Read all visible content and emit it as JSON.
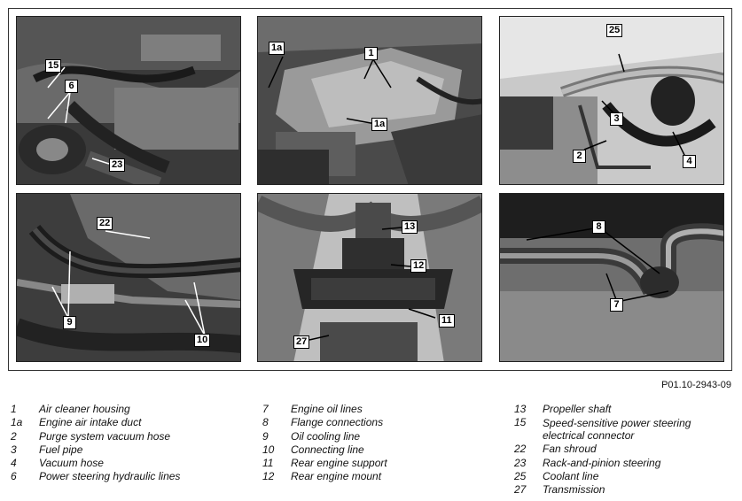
{
  "figure_ref": "P01.10-2943-09",
  "photos": [
    {
      "callouts": [
        "15",
        "6",
        "23"
      ]
    },
    {
      "callouts": [
        "1a",
        "1",
        "1a"
      ]
    },
    {
      "callouts": [
        "25",
        "3",
        "2",
        "4"
      ]
    },
    {
      "callouts": [
        "22",
        "9",
        "10"
      ]
    },
    {
      "callouts": [
        "13",
        "12",
        "11",
        "27"
      ]
    },
    {
      "callouts": [
        "8",
        "7"
      ]
    }
  ],
  "legend": {
    "col1": [
      {
        "num": "1",
        "text": "Air cleaner housing"
      },
      {
        "num": "1a",
        "text": "Engine air intake duct"
      },
      {
        "num": "2",
        "text": "Purge system vacuum hose"
      },
      {
        "num": "3",
        "text": "Fuel pipe"
      },
      {
        "num": "4",
        "text": "Vacuum hose"
      },
      {
        "num": "6",
        "text": "Power steering hydraulic lines"
      }
    ],
    "col2": [
      {
        "num": "7",
        "text": "Engine oil lines"
      },
      {
        "num": "8",
        "text": "Flange connections"
      },
      {
        "num": "9",
        "text": "Oil cooling line"
      },
      {
        "num": "10",
        "text": "Connecting line"
      },
      {
        "num": "11",
        "text": "Rear engine support"
      },
      {
        "num": "12",
        "text": "Rear engine mount"
      }
    ],
    "col3": [
      {
        "num": "13",
        "text": "Propeller shaft"
      },
      {
        "num": "15",
        "text": "Speed-sensitive power steering electrical connector"
      },
      {
        "num": "22",
        "text": "Fan shroud"
      },
      {
        "num": "23",
        "text": "Rack-and-pinion steering"
      },
      {
        "num": "25",
        "text": "Coolant line"
      },
      {
        "num": "27",
        "text": "Transmission"
      }
    ]
  }
}
